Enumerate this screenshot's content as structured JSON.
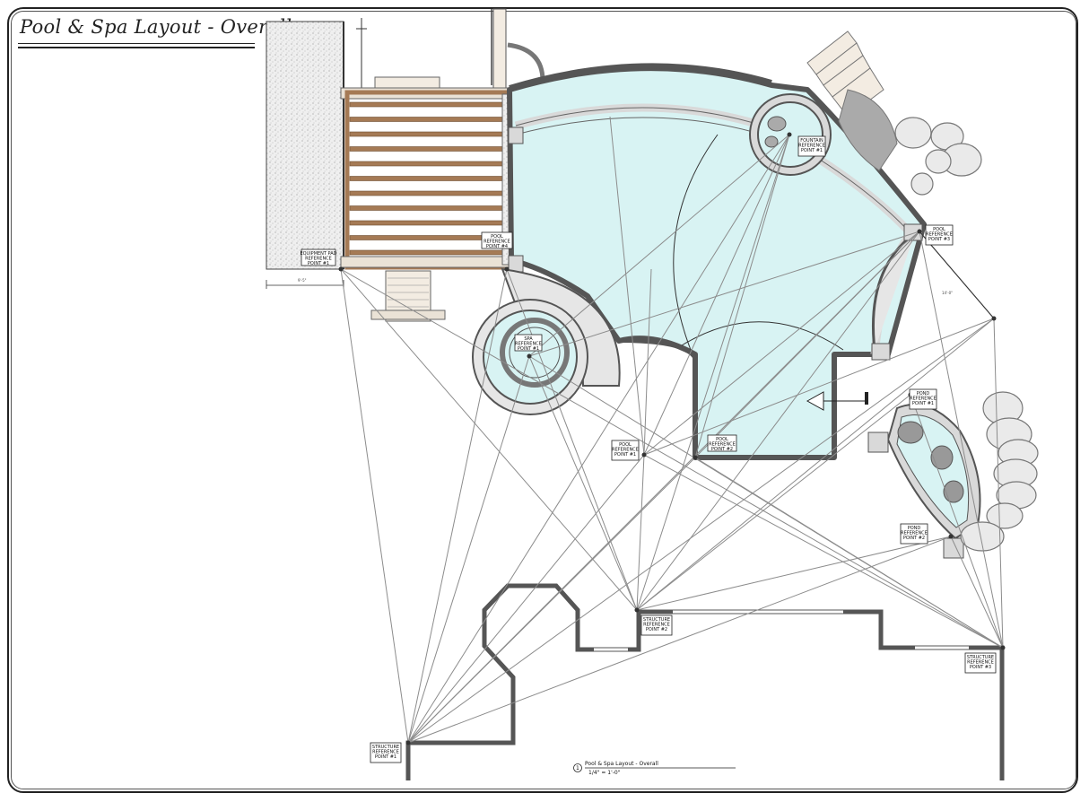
{
  "title": "Pool & Spa Layout - Overall",
  "caption": {
    "number": "1",
    "name": "Pool & Spa Layout - Overall",
    "scale": "1/4\" = 1'-0\""
  },
  "reference_points": {
    "equipment": [
      "EQUIPMENT PAD",
      "REFERENCE",
      "POINT #1"
    ],
    "pool4": [
      "POOL",
      "REFERENCE",
      "POINT #4"
    ],
    "spa1": [
      "SPA",
      "REFERENCE",
      "POINT #1"
    ],
    "pool1": [
      "POOL",
      "REFERENCE",
      "POINT #1"
    ],
    "pool2": [
      "POOL",
      "REFERENCE",
      "POINT #2"
    ],
    "pool3": [
      "POOL",
      "REFERENCE",
      "POINT #3"
    ],
    "fountain1": [
      "FOUNTAIN",
      "REFERENCE",
      "POINT #1"
    ],
    "pond1": [
      "POND",
      "REFERENCE",
      "POINT #1"
    ],
    "pond2": [
      "POND",
      "REFERENCE",
      "POINT #2"
    ],
    "structure1": [
      "STRUCTURE",
      "REFERENCE",
      "POINT #1"
    ],
    "structure2": [
      "STRUCTURE",
      "REFERENCE",
      "POINT #2"
    ],
    "structure3": [
      "STRUCTURE",
      "REFERENCE",
      "POINT #3"
    ]
  },
  "dimensions": {
    "equipment_width": "9'-5\"",
    "pool_right": "14'-0\""
  },
  "colors": {
    "water": "#d8f3f3",
    "coping": "#d9d9d9",
    "wall": "#555555",
    "pergola": "#a57a55",
    "stone": "#e6e6e6",
    "lines": "#8c8c8c"
  }
}
